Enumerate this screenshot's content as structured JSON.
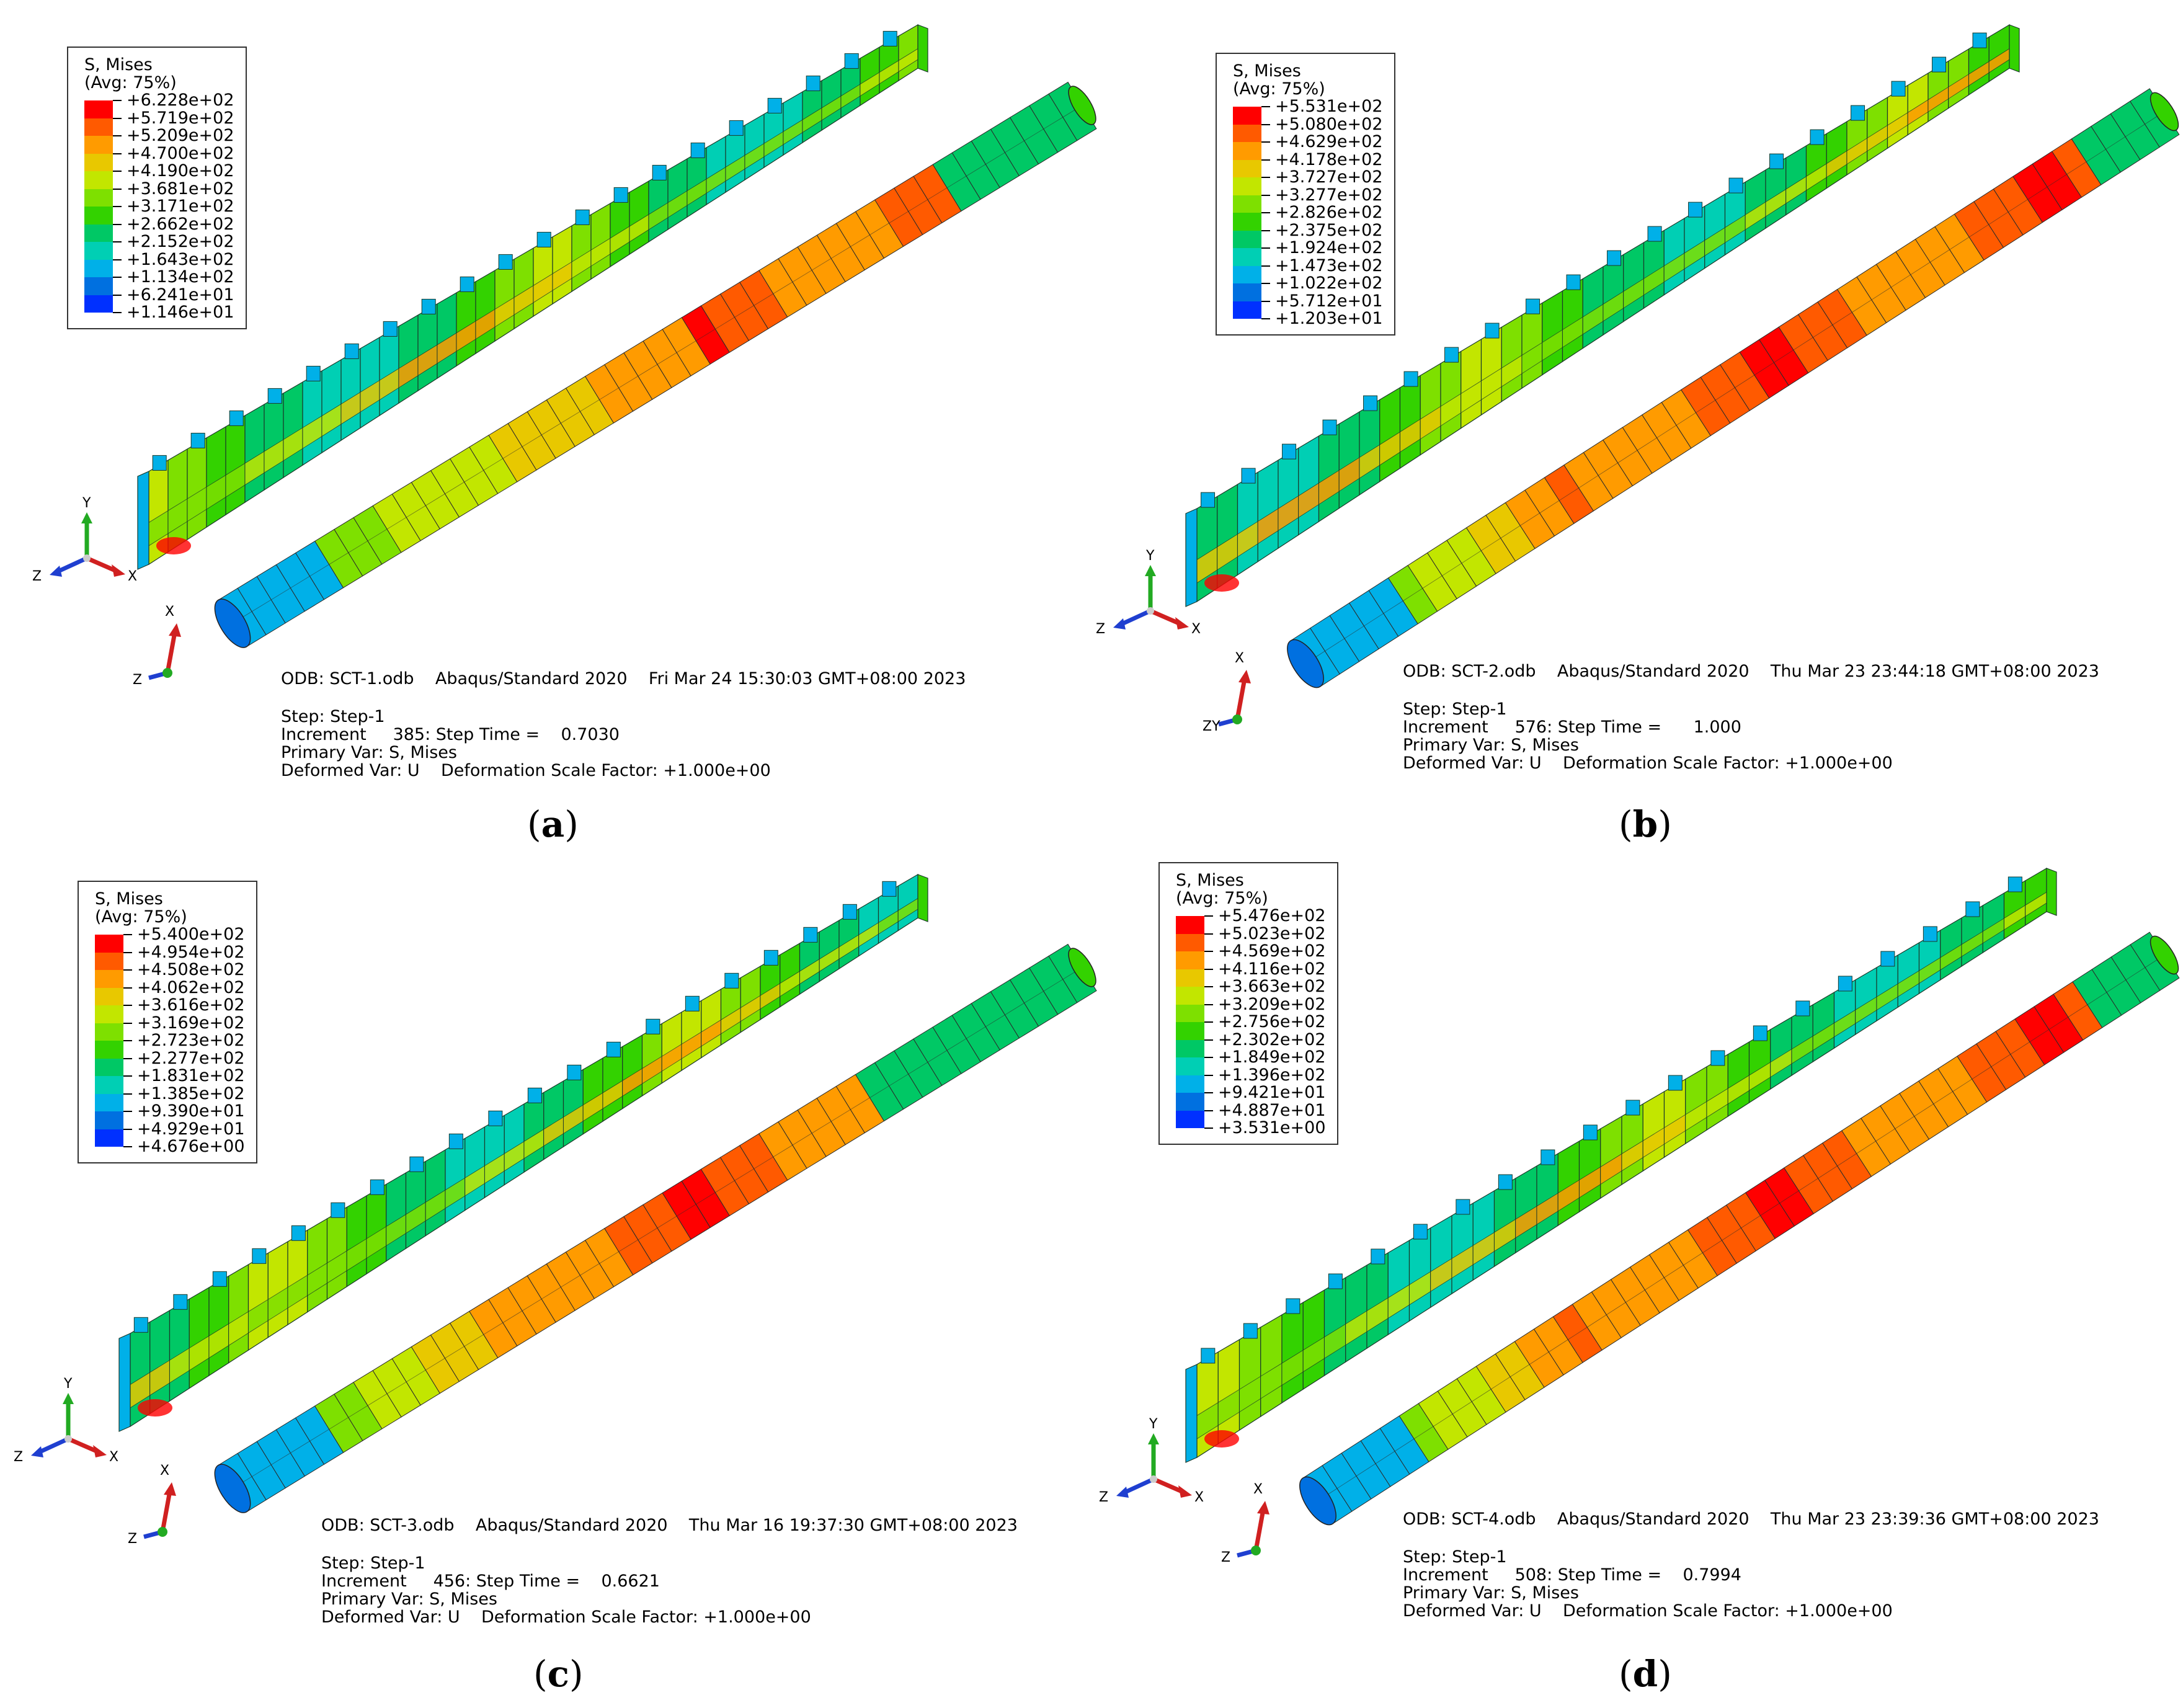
{
  "colors": {
    "scale": [
      "#ff0000",
      "#ff5a00",
      "#ff9b00",
      "#e8c800",
      "#c2e600",
      "#7ee000",
      "#33d200",
      "#00c865",
      "#00cfb4",
      "#00b0e8",
      "#0070e0",
      "#0030ff"
    ]
  },
  "panels": [
    {
      "caption": "a",
      "legend": {
        "title": "S, Mises",
        "avg": "(Avg: 75%)",
        "values": [
          "+6.228e+02",
          "+5.719e+02",
          "+5.209e+02",
          "+4.700e+02",
          "+4.190e+02",
          "+3.681e+02",
          "+3.171e+02",
          "+2.662e+02",
          "+2.152e+02",
          "+1.643e+02",
          "+1.134e+02",
          "+6.241e+01",
          "+1.146e+01"
        ]
      },
      "info": {
        "odb": "ODB: SCT-1.odb    Abaqus/Standard 2020    Fri Mar 24 15:30:03 GMT+08:00 2023",
        "step": "Step: Step-1",
        "increment": "Increment     385: Step Time =    0.7030",
        "primary": "Primary Var: S, Mises",
        "deformed": "Deformed Var: U    Deformation Scale Factor: +1.000e+00"
      },
      "triad1": {
        "up": "Y",
        "left": "Z",
        "right": "X"
      },
      "triad2": {
        "up": "X",
        "left": "Z",
        "right": ""
      }
    },
    {
      "caption": "b",
      "legend": {
        "title": "S, Mises",
        "avg": "(Avg: 75%)",
        "values": [
          "+5.531e+02",
          "+5.080e+02",
          "+4.629e+02",
          "+4.178e+02",
          "+3.727e+02",
          "+3.277e+02",
          "+2.826e+02",
          "+2.375e+02",
          "+1.924e+02",
          "+1.473e+02",
          "+1.022e+02",
          "+5.712e+01",
          "+1.203e+01"
        ]
      },
      "info": {
        "odb": "ODB: SCT-2.odb    Abaqus/Standard 2020    Thu Mar 23 23:44:18 GMT+08:00 2023",
        "step": "Step: Step-1",
        "increment": "Increment     576: Step Time =      1.000",
        "primary": "Primary Var: S, Mises",
        "deformed": "Deformed Var: U    Deformation Scale Factor: +1.000e+00"
      },
      "triad1": {
        "up": "Y",
        "left": "Z",
        "right": "X"
      },
      "triad2": {
        "up": "X",
        "left": "ZY",
        "right": ""
      }
    },
    {
      "caption": "c",
      "legend": {
        "title": "S, Mises",
        "avg": "(Avg: 75%)",
        "values": [
          "+5.400e+02",
          "+4.954e+02",
          "+4.508e+02",
          "+4.062e+02",
          "+3.616e+02",
          "+3.169e+02",
          "+2.723e+02",
          "+2.277e+02",
          "+1.831e+02",
          "+1.385e+02",
          "+9.390e+01",
          "+4.929e+01",
          "+4.676e+00"
        ]
      },
      "info": {
        "odb": "ODB: SCT-3.odb    Abaqus/Standard 2020    Thu Mar 16 19:37:30 GMT+08:00 2023",
        "step": "Step: Step-1",
        "increment": "Increment     456: Step Time =    0.6621",
        "primary": "Primary Var: S, Mises",
        "deformed": "Deformed Var: U    Deformation Scale Factor: +1.000e+00"
      },
      "triad1": {
        "up": "Y",
        "left": "Z",
        "right": "X"
      },
      "triad2": {
        "up": "X",
        "left": "Z",
        "right": ""
      }
    },
    {
      "caption": "d",
      "legend": {
        "title": "S, Mises",
        "avg": "(Avg: 75%)",
        "values": [
          "+5.476e+02",
          "+5.023e+02",
          "+4.569e+02",
          "+4.116e+02",
          "+3.663e+02",
          "+3.209e+02",
          "+2.756e+02",
          "+2.302e+02",
          "+1.849e+02",
          "+1.396e+02",
          "+9.421e+01",
          "+4.887e+01",
          "+3.531e+00"
        ]
      },
      "info": {
        "odb": "ODB: SCT-4.odb    Abaqus/Standard 2020    Thu Mar 23 23:39:36 GMT+08:00 2023",
        "step": "Step: Step-1",
        "increment": "Increment     508: Step Time =    0.7994",
        "primary": "Primary Var: S, Mises",
        "deformed": "Deformed Var: U    Deformation Scale Factor: +1.000e+00"
      },
      "triad1": {
        "up": "Y",
        "left": "Z",
        "right": "X"
      },
      "triad2": {
        "up": "X",
        "left": "Z",
        "right": ""
      }
    }
  ]
}
